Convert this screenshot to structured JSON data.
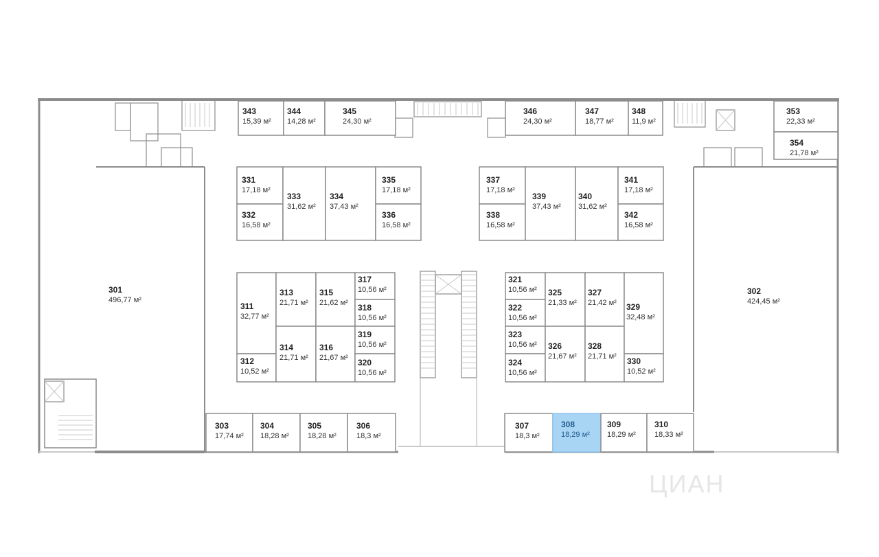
{
  "colors": {
    "wall": "#8c8c8c",
    "wall_light": "#c8c8c8",
    "selected_fill": "#a9d5f5",
    "selected_stroke": "#8cc4ee",
    "watermark": "#e6e6e6"
  },
  "selected_unit": "308",
  "watermark": {
    "brand": "ЦИАН"
  },
  "units": [
    {
      "id": "301",
      "area": "496,77 м²"
    },
    {
      "id": "302",
      "area": "424,45 м²"
    },
    {
      "id": "303",
      "area": "17,74 м²"
    },
    {
      "id": "304",
      "area": "18,28 м²"
    },
    {
      "id": "305",
      "area": "18,28 м²"
    },
    {
      "id": "306",
      "area": "18,3 м²"
    },
    {
      "id": "307",
      "area": "18,3 м²"
    },
    {
      "id": "308",
      "area": "18,29 м²"
    },
    {
      "id": "309",
      "area": "18,29 м²"
    },
    {
      "id": "310",
      "area": "18,33 м²"
    },
    {
      "id": "311",
      "area": "32,77 м²"
    },
    {
      "id": "312",
      "area": "10,52 м²"
    },
    {
      "id": "313",
      "area": "21,71 м²"
    },
    {
      "id": "314",
      "area": "21,71 м²"
    },
    {
      "id": "315",
      "area": "21,62 м²"
    },
    {
      "id": "316",
      "area": "21,67 м²"
    },
    {
      "id": "317",
      "area": "10,56 м²"
    },
    {
      "id": "318",
      "area": "10,56 м²"
    },
    {
      "id": "319",
      "area": "10,56 м²"
    },
    {
      "id": "320",
      "area": "10,56 м²"
    },
    {
      "id": "321",
      "area": "10,56 м²"
    },
    {
      "id": "322",
      "area": "10,56 м²"
    },
    {
      "id": "323",
      "area": "10,56 м²"
    },
    {
      "id": "324",
      "area": "10,56 м²"
    },
    {
      "id": "325",
      "area": "21,33 м²"
    },
    {
      "id": "326",
      "area": "21,67 м²"
    },
    {
      "id": "327",
      "area": "21,42 м²"
    },
    {
      "id": "328",
      "area": "21,71 м²"
    },
    {
      "id": "329",
      "area": "32,48 м²"
    },
    {
      "id": "330",
      "area": "10,52 м²"
    },
    {
      "id": "331",
      "area": "17,18 м²"
    },
    {
      "id": "332",
      "area": "16,58 м²"
    },
    {
      "id": "333",
      "area": "31,62 м²"
    },
    {
      "id": "334",
      "area": "37,43 м²"
    },
    {
      "id": "335",
      "area": "17,18 м²"
    },
    {
      "id": "336",
      "area": "16,58 м²"
    },
    {
      "id": "337",
      "area": "17,18 м²"
    },
    {
      "id": "338",
      "area": "16,58 м²"
    },
    {
      "id": "339",
      "area": "37,43 м²"
    },
    {
      "id": "340",
      "area": "31,62 м²"
    },
    {
      "id": "341",
      "area": "17,18 м²"
    },
    {
      "id": "342",
      "area": "16,58 м²"
    },
    {
      "id": "343",
      "area": "15,39 м²"
    },
    {
      "id": "344",
      "area": "14,28 м²"
    },
    {
      "id": "345",
      "area": "24,30 м²"
    },
    {
      "id": "346",
      "area": "24,30 м²"
    },
    {
      "id": "347",
      "area": "18,77 м²"
    },
    {
      "id": "348",
      "area": "11,9 м²"
    },
    {
      "id": "353",
      "area": "22,33 м²"
    },
    {
      "id": "354",
      "area": "21,78 м²"
    }
  ]
}
